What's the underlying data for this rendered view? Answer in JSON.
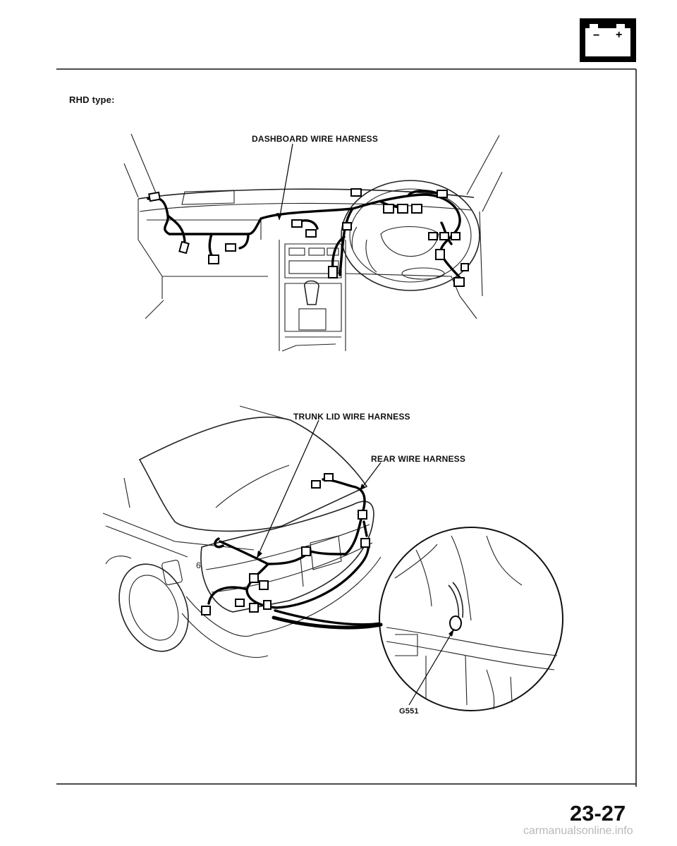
{
  "page": {
    "type_label": "RHD type:",
    "page_number": "23-27",
    "watermark": "carmanualsonline.info"
  },
  "header_icon": {
    "name": "battery-icon",
    "minus": "−",
    "plus": "+"
  },
  "callouts": {
    "dashboard": "DASHBOARD WIRE HARNESS",
    "trunk_lid": "TRUNK LID WIRE HARNESS",
    "rear": "REAR WIRE HARNESS",
    "ground": "G551"
  }
}
